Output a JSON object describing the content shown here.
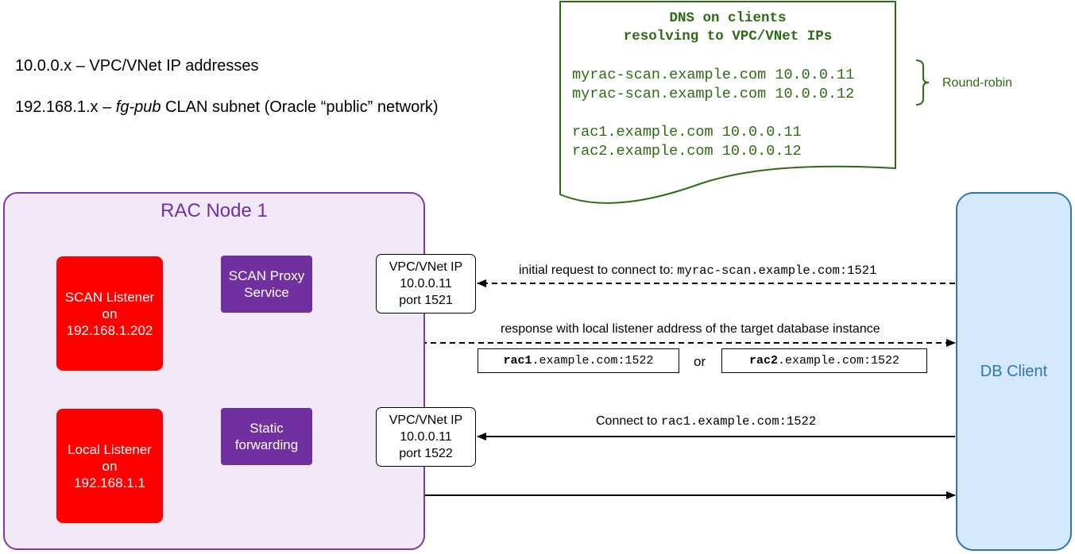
{
  "legend": {
    "line1": "10.0.0.x – VPC/VNet  IP addresses",
    "line2_prefix": "192.168.1.x – ",
    "line2_italic": "fg-pub",
    "line2_suffix": " CLAN subnet (Oracle “public” network)"
  },
  "dns": {
    "title_line1": "DNS on clients",
    "title_line2": "resolving to VPC/VNet IPs",
    "records": [
      "myrac-scan.example.com 10.0.0.11",
      "myrac-scan.example.com 10.0.0.12",
      "rac1.example.com 10.0.0.11",
      "rac2.example.com 10.0.0.12"
    ],
    "round_robin_label": "Round-robin"
  },
  "node": {
    "title": "RAC Node 1",
    "scan_listener": {
      "line1": "SCAN Listener",
      "line2": "on",
      "line3": "192.168.1.202"
    },
    "local_listener": {
      "line1": "Local Listener",
      "line2": "on",
      "line3": "192.168.1.1"
    },
    "scan_proxy": {
      "line1": "SCAN Proxy",
      "line2": "Service"
    },
    "static_forwarding": {
      "line1": "Static",
      "line2": "forwarding"
    },
    "vpc_1521": {
      "line1": "VPC/VNet IP",
      "line2": "10.0.0.11",
      "line3": "port 1521"
    },
    "vpc_1522": {
      "line1": "VPC/VNet IP",
      "line2": "10.0.0.11",
      "line3": "port 1522"
    }
  },
  "client": {
    "label": "DB Client"
  },
  "arrows": {
    "initial_request_text": "initial request to connect to: ",
    "initial_request_target": "myrac-scan.example.com:1521",
    "response_text": "response with local listener address of the target database instance",
    "connect_text": "Connect to ",
    "connect_target": "rac1.example.com:1522"
  },
  "response_options": {
    "option1_bold": "rac1",
    "option1_rest": ".example.com:1522",
    "or": "or",
    "option2_bold": "rac2",
    "option2_rest": ".example.com:1522"
  },
  "colors": {
    "dns_green": "#2e6b12",
    "node_purple": "#7030a0",
    "listener_red": "#ff0000",
    "client_blue": "#2e75b6"
  }
}
